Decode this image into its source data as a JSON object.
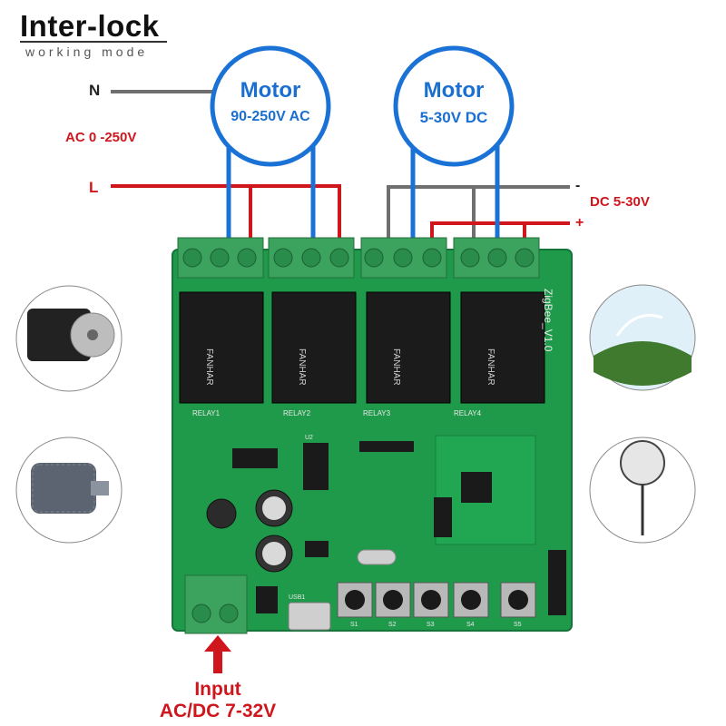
{
  "header": {
    "title": "Inter-lock",
    "subtitle": "working mode"
  },
  "wiring": {
    "neutral_label": "N",
    "live_label": "L",
    "ac_range_label": "AC 0 -250V",
    "dc_range_label": "DC 5-30V",
    "dc_minus_label": "-",
    "dc_plus_label": "+"
  },
  "motors": [
    {
      "name": "Motor",
      "spec": "90-250V AC"
    },
    {
      "name": "Motor",
      "spec": "5-30V DC"
    }
  ],
  "board": {
    "module_label": "ZigBee_V1.0",
    "relay_brand": "FANHAR",
    "relay_labels": [
      "RELAY1",
      "RELAY2",
      "RELAY3",
      "RELAY4"
    ],
    "button_labels": [
      "S1",
      "S2",
      "S3",
      "S4",
      "S5"
    ],
    "usb_label": "USB1",
    "chip_label": "U2"
  },
  "input": {
    "line1": "Input",
    "line2": "AC/DC 7-32V"
  },
  "side_images": [
    "motor-photo",
    "electric-motor-photo",
    "sprinkler-photo",
    "fan-photo"
  ],
  "colors": {
    "wire_red": "#d0161d",
    "wire_blue": "#1a72d6",
    "wire_gray": "#6f6f6f",
    "pcb_green": "#1f9a4a",
    "terminal_green": "#3ca35f"
  }
}
